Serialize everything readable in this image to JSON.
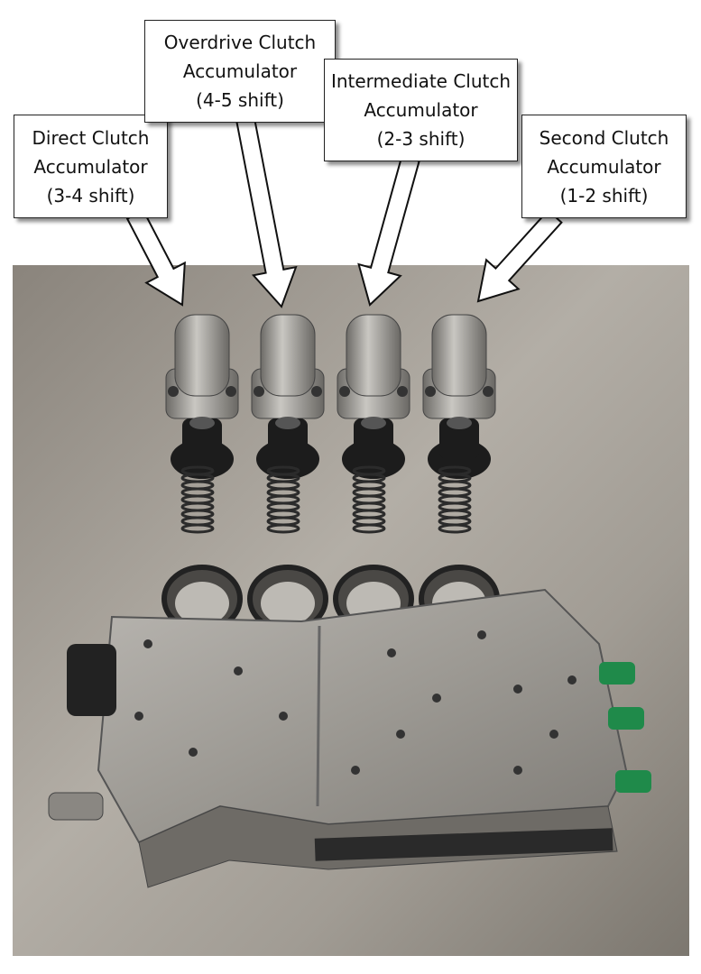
{
  "labels": [
    {
      "line1": "Direct Clutch",
      "line2": "Accumulator",
      "line3": "(3-4 shift)"
    },
    {
      "line1": "Overdrive Clutch",
      "line2": "Accumulator",
      "line3": "(4-5 shift)"
    },
    {
      "line1": "Intermediate Clutch",
      "line2": "Accumulator",
      "line3": "(2-3 shift)"
    },
    {
      "line1": "Second Clutch",
      "line2": "Accumulator",
      "line3": "(1-2 shift)"
    }
  ],
  "colors": {
    "metal": "#8e8a84",
    "cap": "#a9a8a4",
    "seal": "#1c1c1c",
    "connector": "#1f8a4a"
  }
}
